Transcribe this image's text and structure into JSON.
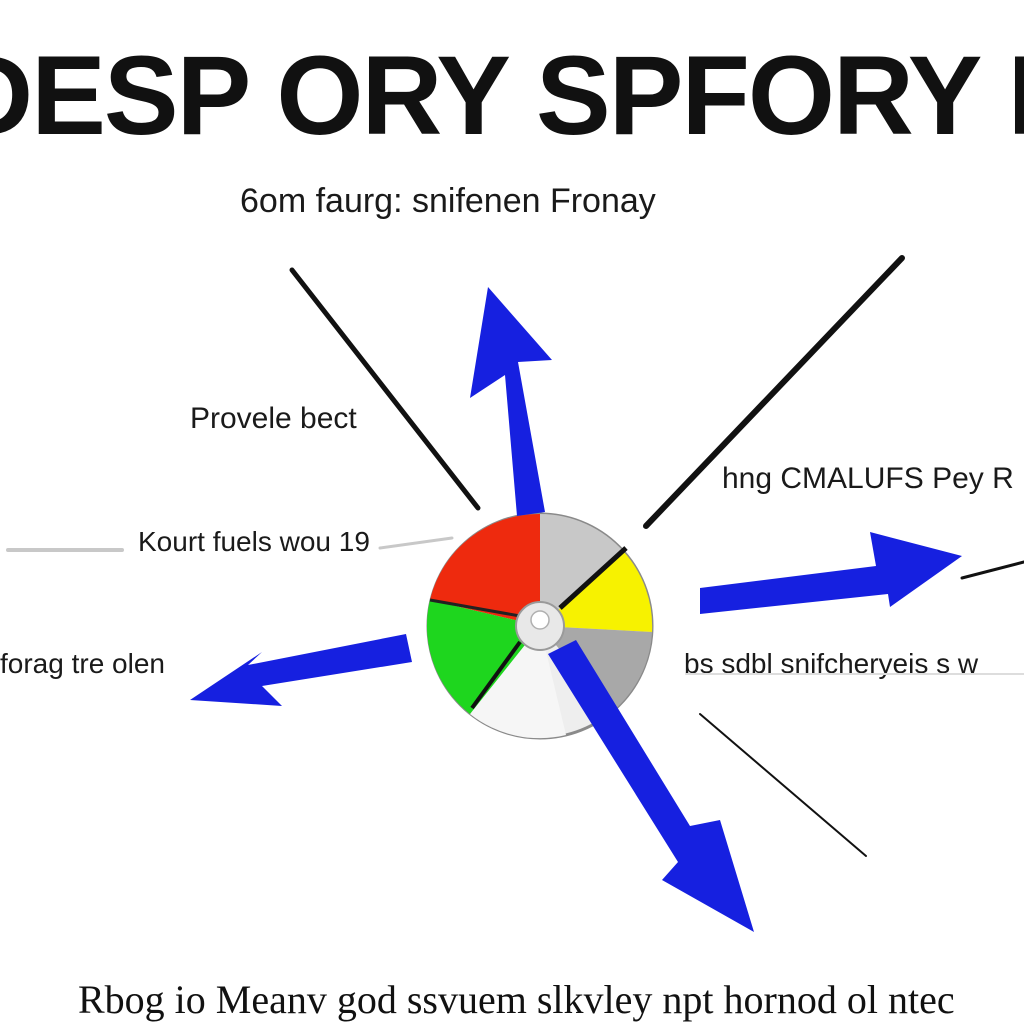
{
  "title": "CY DESP ORY SPFORY ROU",
  "labels": {
    "top": "6om faurg: snifenen Fronay",
    "upper_left": "Provele bect",
    "mid_left": "Kourt fuels wou 19",
    "right_upper": "hng CMALUFS Pey R",
    "left_lower": "forag tre olen",
    "right_lower": "bs sdbl snifcheryeis s w"
  },
  "caption": "Rbog io Meanv god ssvuem slkvley npt hornod ol ntec",
  "colors": {
    "arrow": "#1620e0",
    "wheel_red": "#ee2a0e",
    "wheel_yellow": "#f7f200",
    "wheel_green": "#1ed61e",
    "wheel_grey": "#b8b8b8",
    "wheel_light": "#eeeeee"
  }
}
